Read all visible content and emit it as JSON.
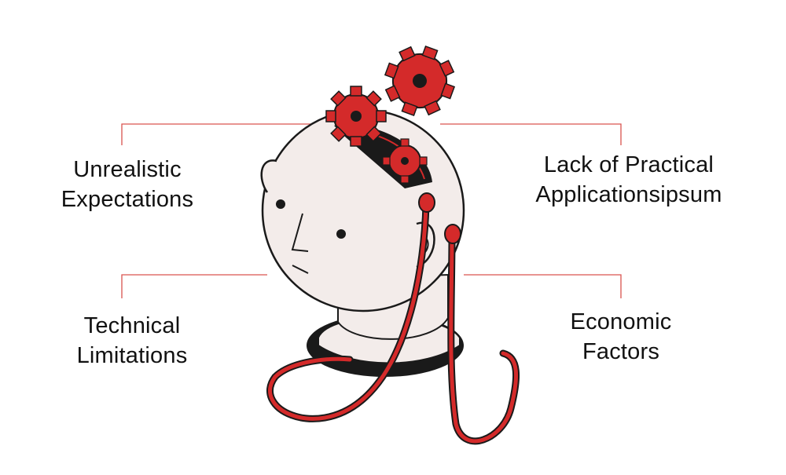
{
  "labels": {
    "top_left": [
      "Unrealistic",
      "Expectations"
    ],
    "top_right": [
      "Lack of Practical",
      "Applicationsipsum"
    ],
    "bottom_left": [
      "Technical",
      "Limitations"
    ],
    "bottom_right": [
      "Economic",
      "Factors"
    ]
  },
  "colors": {
    "accent": "#d42a2a",
    "ink": "#1a1a1a",
    "skin": "#f3ecea",
    "connector": "#d9534f"
  },
  "icons": [
    "head-illustration",
    "gear-icon",
    "cable-icon"
  ]
}
